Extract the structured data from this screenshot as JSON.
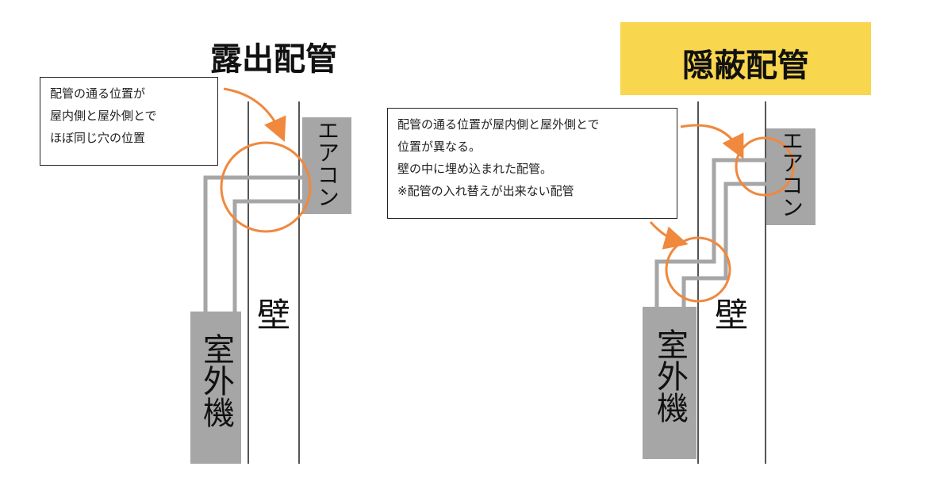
{
  "left_panel": {
    "title": "露出配管",
    "note_lines": [
      "配管の通る位置が",
      "屋内側と屋外側とで",
      "ほぼ同じ穴の位置"
    ],
    "ac_label": "エアコン",
    "wall_label": "壁",
    "outdoor_unit_label": "室外機"
  },
  "right_panel": {
    "title": "隠蔽配管",
    "note_lines": [
      "配管の通る位置が屋内側と屋外側とで",
      "位置が異なる。",
      "壁の中に埋め込まれた配管。",
      "※配管の入れ替えが出来ない配管"
    ],
    "ac_label": "エアコン",
    "wall_label": "壁",
    "outdoor_unit_label": "室外機"
  },
  "colors": {
    "title_highlight": "#f8d64e",
    "unit_fill": "#a6a6a6",
    "pipe": "#a6a6a6",
    "wall_line": "#555555",
    "callout": "#f0883e"
  }
}
